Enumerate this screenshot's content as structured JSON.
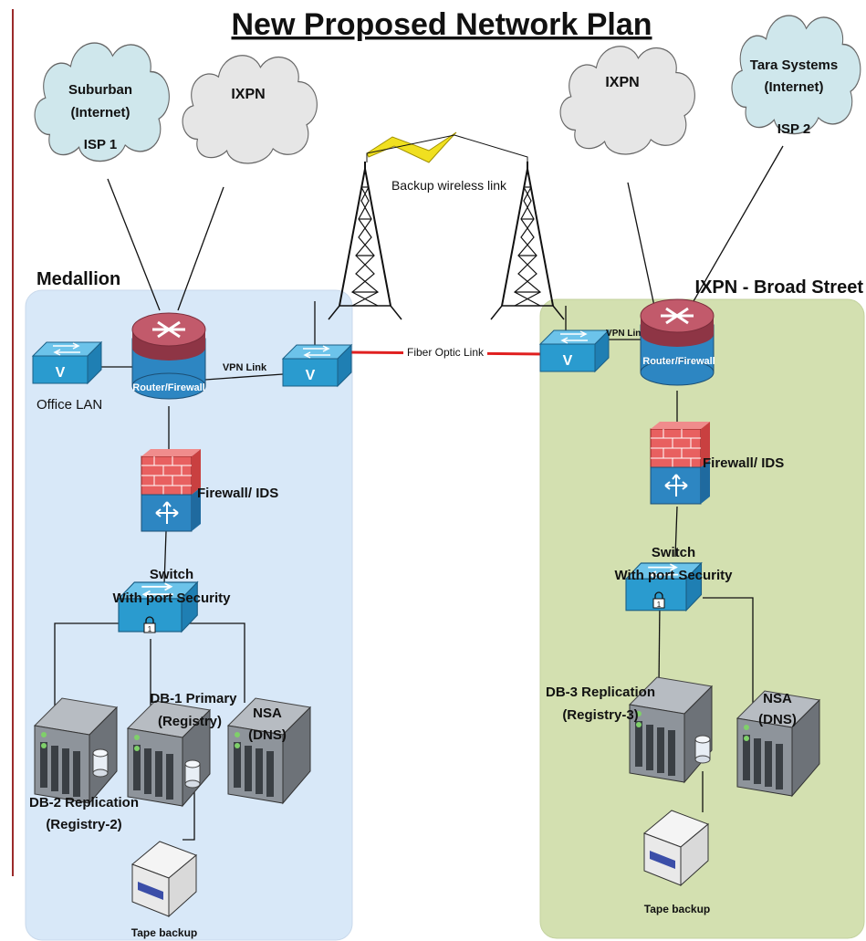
{
  "title": "New Proposed Network Plan",
  "sites": {
    "left": "Medallion",
    "right": "IXPN - Broad Street"
  },
  "clouds": {
    "left_isp": [
      "Suburban",
      "(Internet)",
      "ISP 1"
    ],
    "left_ixpn": "IXPN",
    "right_ixpn": "IXPN",
    "right_isp": [
      "Tara Systems",
      "(Internet)",
      "ISP 2"
    ]
  },
  "links": {
    "backup_wireless": "Backup wireless link",
    "fiber": "Fiber Optic Link",
    "vpn_left": "VPN Link",
    "vpn_right": "VPN Link"
  },
  "devices": {
    "router_left": "Router/Firewall",
    "router_right": "Router/Firewall",
    "office_lan": "Office LAN",
    "firewall_left": "Firewall/ IDS",
    "firewall_right": "Firewall/ IDS",
    "switch_left": [
      "Switch",
      "With port Security"
    ],
    "switch_right": [
      "Switch",
      "With port Security"
    ],
    "db1": [
      "DB-1 Primary",
      "(Registry)"
    ],
    "nsa_left": [
      "NSA",
      "(DNS)"
    ],
    "db2": [
      "DB-2 Replication",
      "(Registry-2)"
    ],
    "db3": [
      "DB-3 Replication",
      "(Registry-3)"
    ],
    "nsa_right": [
      "NSA",
      "(DNS)"
    ],
    "tape_left": "Tape backup",
    "tape_right": "Tape backup"
  },
  "switch_glyph": "V",
  "colors": {
    "left_zone": "#d8e8f8",
    "right_zone": "#d3e0b0",
    "cloud": "#e6e6e6",
    "cloud_isp": "#cfe7ec",
    "fiber": "#e02020",
    "lightning": "#f0e020",
    "switch": "#2a9bcf",
    "router_top": "#b04a5a",
    "router_body": "#2d86c2",
    "firewall_brick": "#e05050",
    "server": "#8a8f96",
    "side_rule": "#9b2a2a"
  }
}
